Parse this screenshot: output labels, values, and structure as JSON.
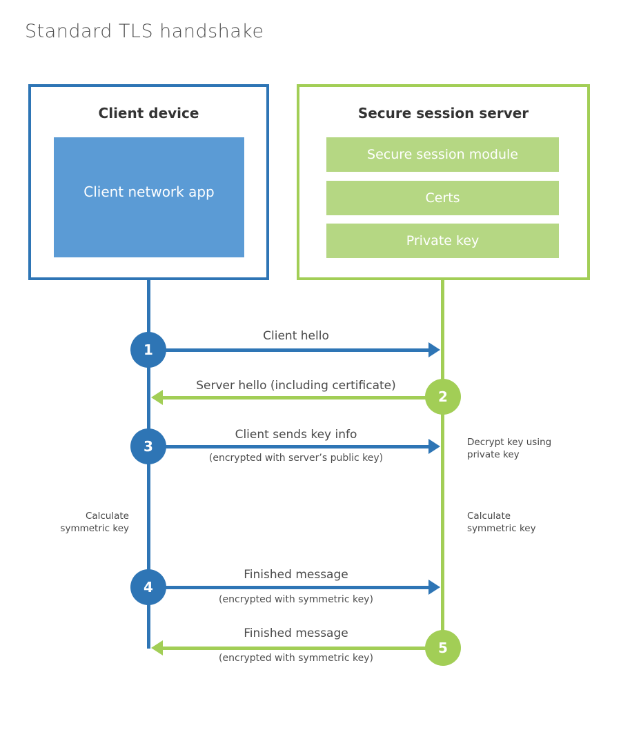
{
  "title": "Standard TLS handshake",
  "client": {
    "title": "Client device",
    "app_label": "Client network app"
  },
  "server": {
    "title": "Secure session server",
    "modules": [
      "Secure session module",
      "Certs",
      "Private key"
    ]
  },
  "steps": [
    {
      "number": "1",
      "label": "Client hello",
      "sublabel": "",
      "direction": "client-to-server"
    },
    {
      "number": "2",
      "label": "Server hello (including certificate)",
      "sublabel": "",
      "direction": "server-to-client"
    },
    {
      "number": "3",
      "label": "Client sends key info",
      "sublabel": "(encrypted with server’s public key)",
      "direction": "client-to-server"
    },
    {
      "number": "4",
      "label": "Finished message",
      "sublabel": "(encrypted with symmetric key)",
      "direction": "client-to-server"
    },
    {
      "number": "5",
      "label": "Finished message",
      "sublabel": "(encrypted with symmetric key)",
      "direction": "server-to-client"
    }
  ],
  "annotations": {
    "decrypt_note": "Decrypt key using private key",
    "client_calculate_note": "Calculate symmetric key",
    "server_calculate_note": "Calculate symmetric key"
  },
  "colors": {
    "client_stroke_blue": "#2e75b5",
    "client_fill_blue": "#5b9bd5",
    "server_stroke_green": "#a2ce56",
    "server_fill_green": "#b5d783",
    "title_text": "#4f4f4f",
    "box_title_text": "#333333",
    "label_text": "#4a4a4a",
    "on_fill_text": "#ffffff"
  }
}
